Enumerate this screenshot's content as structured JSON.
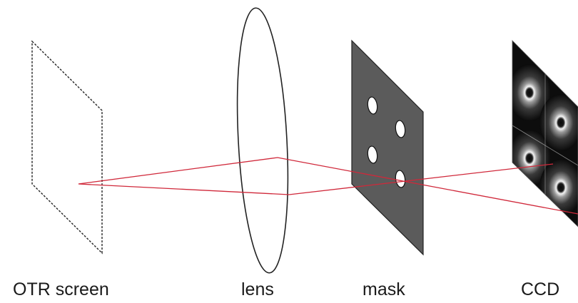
{
  "labels": {
    "otr_screen": "OTR screen",
    "lens": "lens",
    "mask": "mask",
    "ccd": "CCD"
  },
  "colors": {
    "ray": "#d0283a",
    "mask_fill": "#5b5b5b",
    "mask_border": "#222222",
    "screen_border": "#222222",
    "lens_stroke": "#222222",
    "ccd_dark": "#0d0d0d",
    "ccd_light": "#f2f2f2",
    "label_text": "#1a1a1a"
  }
}
